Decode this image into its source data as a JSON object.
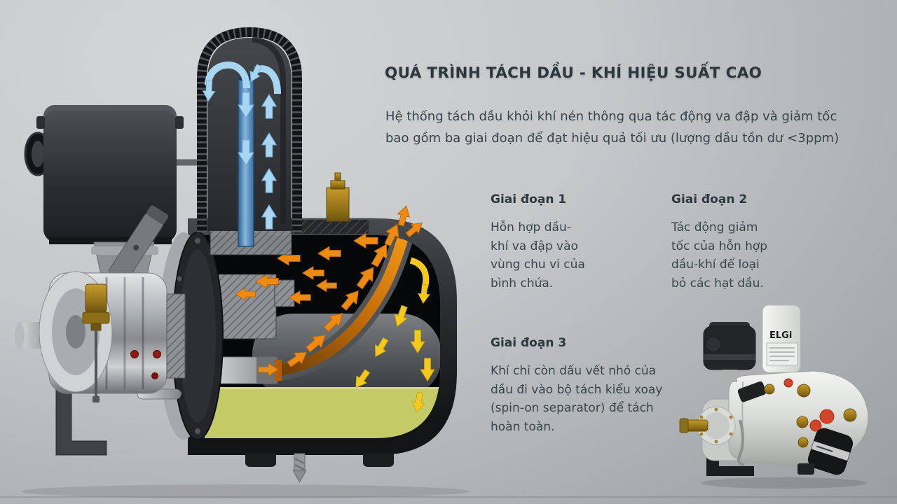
{
  "header": {
    "title": "QUÁ TRÌNH TÁCH DẦU - KHÍ HIỆU SUẤT CAO",
    "intro_lines": [
      "Hệ thống tách dầu khỏi khí nén thông qua tác động va đập và giảm tốc",
      "bao gồm ba giai đoạn để đạt hiệu quả tối ưu (lượng dầu tồn dư <3ppm)"
    ]
  },
  "stages": [
    {
      "heading": "Giai đoạn 1",
      "body_lines": [
        "Hỗn hợp dầu-",
        "khí va đập vào",
        "vùng chu vi của",
        "bình chứa."
      ]
    },
    {
      "heading": "Giai đoạn 2",
      "body_lines": [
        "Tác động giảm",
        "tốc của hỗn hợp",
        "dầu-khí để loại",
        "bỏ các hạt dầu."
      ]
    },
    {
      "heading": "Giai đoạn 3",
      "body_lines": [
        "Khí chỉ còn dấu vết nhỏ của",
        "dầu đi vào bộ tách kiểu xoay",
        "(spin-on separator) để tách",
        "hoàn toàn."
      ]
    }
  ],
  "diagram": {
    "colors": {
      "clean_air_arrows": "#a8d6f2",
      "oil_air_arrows": "#ee8a12",
      "oil_droplet_arrows": "#f3c91d",
      "oil_pool": "#c3ca66",
      "title_text": "#2b3840",
      "body_text": "#37454e"
    },
    "product_logo": "ELGi"
  }
}
